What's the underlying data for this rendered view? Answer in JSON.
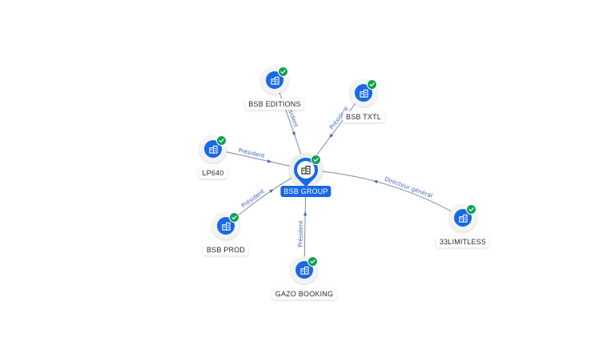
{
  "graph": {
    "center": {
      "name": "BSB GROUP",
      "icon": "building-icon",
      "status": "verified-check-icon"
    },
    "nodes": [
      {
        "id": "bsb-editions",
        "name": "BSB EDITIONS",
        "icon": "building-icon",
        "status": "verified-check-icon"
      },
      {
        "id": "bsb-txtl",
        "name": "BSB TXTL",
        "icon": "building-icon",
        "status": "verified-check-icon"
      },
      {
        "id": "lp640",
        "name": "LP640",
        "icon": "building-icon",
        "status": "verified-check-icon"
      },
      {
        "id": "bsb-prod",
        "name": "BSB PROD",
        "icon": "building-icon",
        "status": "verified-check-icon"
      },
      {
        "id": "gazo-booking",
        "name": "GAZO BOOKING",
        "icon": "building-icon",
        "status": "verified-check-icon"
      },
      {
        "id": "33limitless",
        "name": "33LIMITLESS",
        "icon": "building-icon",
        "status": "verified-check-icon"
      }
    ],
    "edges": [
      {
        "to": "bsb-editions",
        "label": "Président"
      },
      {
        "to": "bsb-txtl",
        "label": "Président"
      },
      {
        "to": "lp640",
        "label": "Président"
      },
      {
        "to": "bsb-prod",
        "label": "Président"
      },
      {
        "to": "gazo-booking",
        "label": "Président"
      },
      {
        "to": "33limitless",
        "label": "Directeur général"
      }
    ]
  },
  "colors": {
    "accent": "#1968e6",
    "verified": "#12a053",
    "edge": "#7f8aa6",
    "edge_label": "#3f67b8"
  }
}
